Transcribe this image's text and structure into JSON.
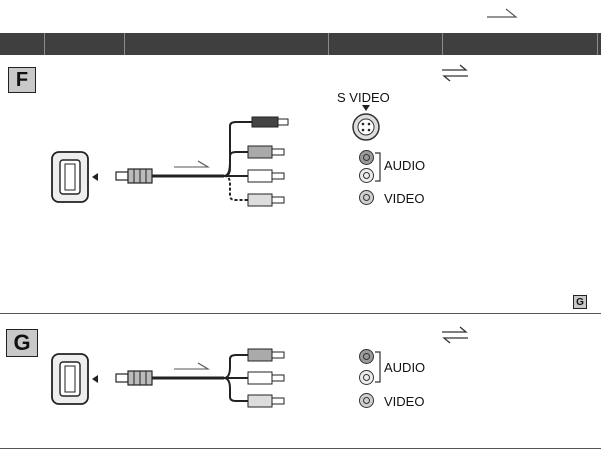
{
  "header": {
    "columns": [
      "",
      "",
      "",
      "",
      ""
    ]
  },
  "section_f": {
    "badge": "F",
    "s_video_label": "S VIDEO",
    "audio_label": "AUDIO",
    "video_label": "VIDEO",
    "next_ref_badge": "G"
  },
  "section_g": {
    "badge": "G",
    "audio_label": "AUDIO",
    "video_label": "VIDEO"
  },
  "icons": {
    "top_arrow": "right-arrow-outline-icon",
    "bidirectional": "bidirectional-arrow-icon",
    "jack_colors": {
      "audio_white": "#9a9a9a",
      "audio_red": "#ececec",
      "video_yellow": "#cfcfcf"
    }
  }
}
